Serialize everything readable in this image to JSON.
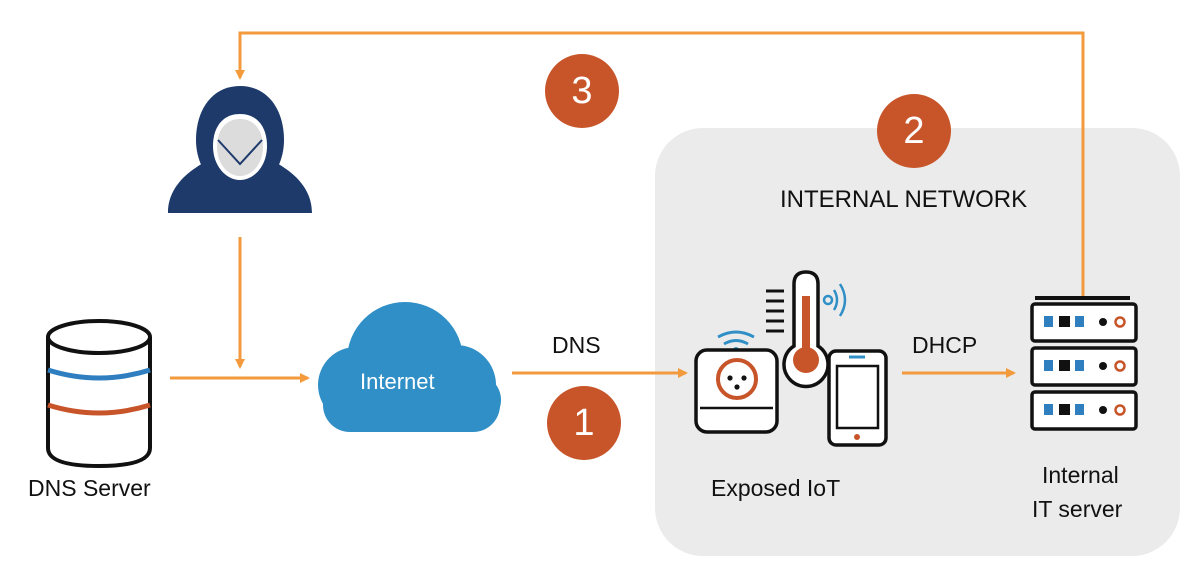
{
  "colors": {
    "arrow": "#f29a3c",
    "badge": "#c8552a",
    "network_bg": "#ebebeb",
    "attacker": "#1e3a6b",
    "cloud": "#2f8fc6",
    "server_blue": "#2f7fc0",
    "server_orange": "#c8552a"
  },
  "labels": {
    "dns_server": "DNS Server",
    "internet": "Internet",
    "dns": "DNS",
    "dhcp": "DHCP",
    "exposed_iot": "Exposed IoT",
    "internal_line1": "Internal",
    "internal_line2": "IT server",
    "network": "INTERNAL NETWORK"
  },
  "badges": {
    "one": "1",
    "two": "2",
    "three": "3"
  },
  "icons": [
    "attacker-icon",
    "database-icon",
    "cloud-icon",
    "smart-plug-icon",
    "thermometer-icon",
    "tablet-icon",
    "server-rack-icon"
  ]
}
